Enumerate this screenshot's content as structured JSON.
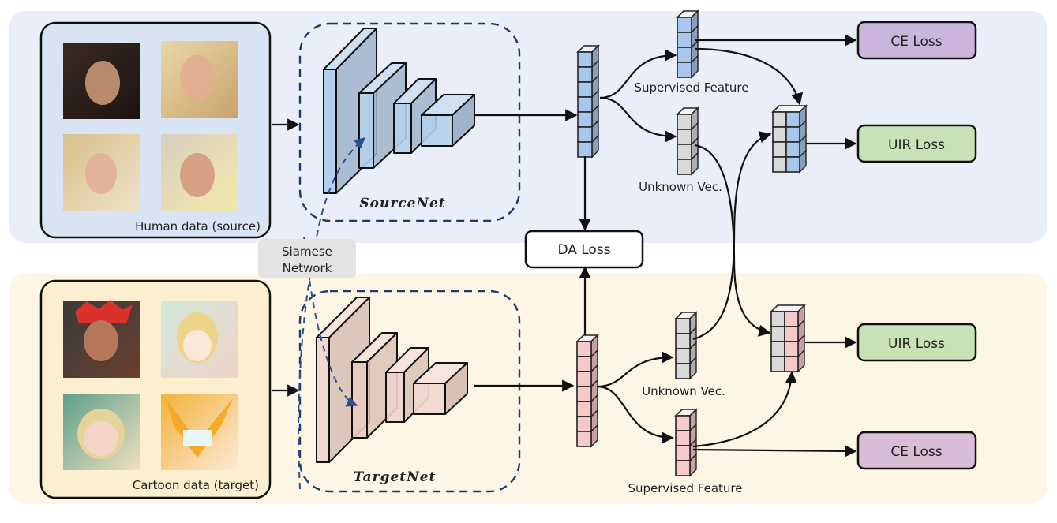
{
  "panels": {
    "source": {
      "label": "Human data (source)",
      "bg": "#e9eef8",
      "inner_bg": "#d8e3f3"
    },
    "target": {
      "label": "Cartoon data (target)",
      "bg": "#fdf6e4",
      "inner_bg": "#fcefcf"
    }
  },
  "networks": {
    "source": {
      "label": "SourceNet",
      "color": "#b5cfea",
      "side": "#93aac6"
    },
    "target": {
      "label": "TargetNet",
      "color": "#f2d7cf",
      "side": "#d9bfb3"
    }
  },
  "siamese": {
    "label_line1": "Siamese",
    "label_line2": "Network"
  },
  "features": {
    "source_supervised": "Supervised Feature",
    "source_unknown": "Unknown Vec.",
    "target_unknown": "Unknown Vec.",
    "target_supervised": "Supervised Feature"
  },
  "losses": {
    "da": {
      "label": "DA Loss",
      "color": "#ffffff"
    },
    "source_ce": {
      "label": "CE Loss",
      "color": "#cbb5dd"
    },
    "source_uir": {
      "label": "UIR Loss",
      "color": "#c8e2b8"
    },
    "target_uir": {
      "label": "UIR Loss",
      "color": "#c8e2b8"
    },
    "target_ce": {
      "label": "CE Loss",
      "color": "#d9bcd6"
    }
  },
  "colors": {
    "blue_cell": "#a9c7ea",
    "gray_cell": "#d9d9d9",
    "pink_cell": "#f6c9cb",
    "dash": "#1f3a6a"
  },
  "images": {
    "source": [
      "man-dark-hair",
      "blonde-woman",
      "blonde-woman-hair-wind",
      "smiling-man"
    ],
    "target": [
      "red-hair-anime-boy",
      "blonde-anime-girl",
      "blonde-anime-character",
      "yellow-robot-anime"
    ]
  }
}
